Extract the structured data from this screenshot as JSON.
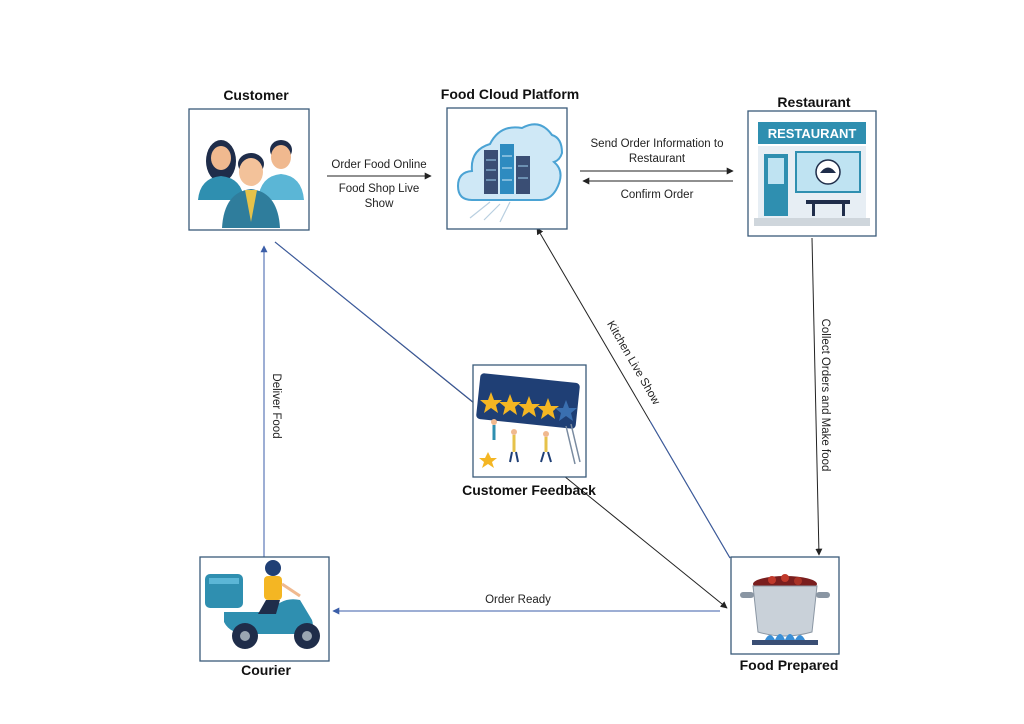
{
  "nodes": {
    "customer": {
      "title": "Customer"
    },
    "platform": {
      "title": "Food Cloud Platform"
    },
    "restaurant": {
      "title": "Restaurant",
      "sign": "RESTAURANT"
    },
    "feedback": {
      "title": "Customer Feedback"
    },
    "courier": {
      "title": "Courier"
    },
    "prepared": {
      "title": "Food Prepared"
    }
  },
  "edges": {
    "order_online": "Order Food Online",
    "live_show_1": "Food Shop Live",
    "live_show_2": "Show",
    "send_info_1": "Send Order Information to",
    "send_info_2": "Restaurant",
    "confirm": "Confirm Order",
    "collect": "Collect Orders and Make food",
    "kitchen": "Kitchen Live Show",
    "deliver": "Deliver Food",
    "order_ready": "Order Ready"
  },
  "colors": {
    "box_border": "#3a5a7a",
    "blue_line": "#3b5ea8",
    "dark_line": "#222222",
    "accent_teal": "#2f8fb0",
    "star": "#f4b623"
  }
}
